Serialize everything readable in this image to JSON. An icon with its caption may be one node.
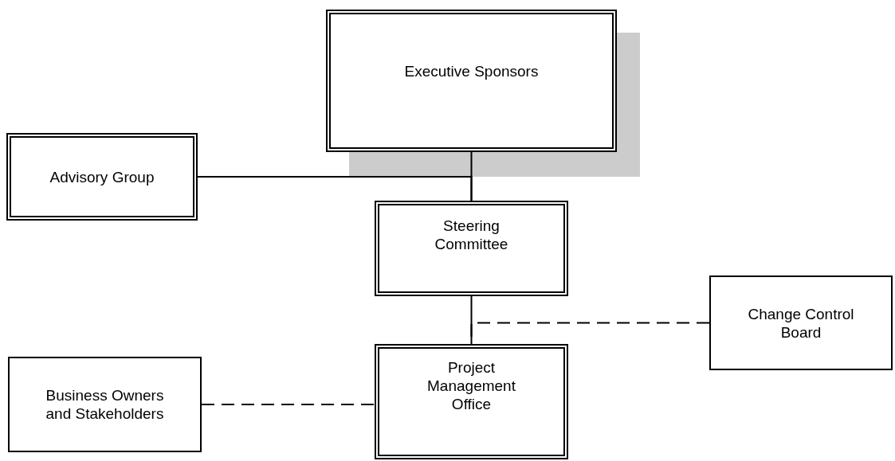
{
  "diagram": {
    "nodes": [
      {
        "text": [
          "Executive Sponsors"
        ]
      },
      {
        "text": [
          "Advisory Group"
        ]
      },
      {
        "text": [
          "Steering Committee"
        ]
      },
      {
        "text": [
          "Project Management Office"
        ]
      },
      {
        "text": [
          "Change Control Board"
        ]
      },
      {
        "text": [
          "Business Owners and Stakeholders"
        ]
      }
    ],
    "edges": [
      {
        "from": 0,
        "to": 2,
        "arrow": "none"
      },
      {
        "from": 1,
        "to": 2,
        "arrow": "none"
      },
      {
        "from": 2,
        "to": 3,
        "arrow": "none"
      },
      {
        "from": 4,
        "to": 3,
        "arrow": "none",
        "style": "dashed"
      },
      {
        "from": 5,
        "to": 3,
        "arrow": "none",
        "style": "dashed"
      }
    ]
  }
}
